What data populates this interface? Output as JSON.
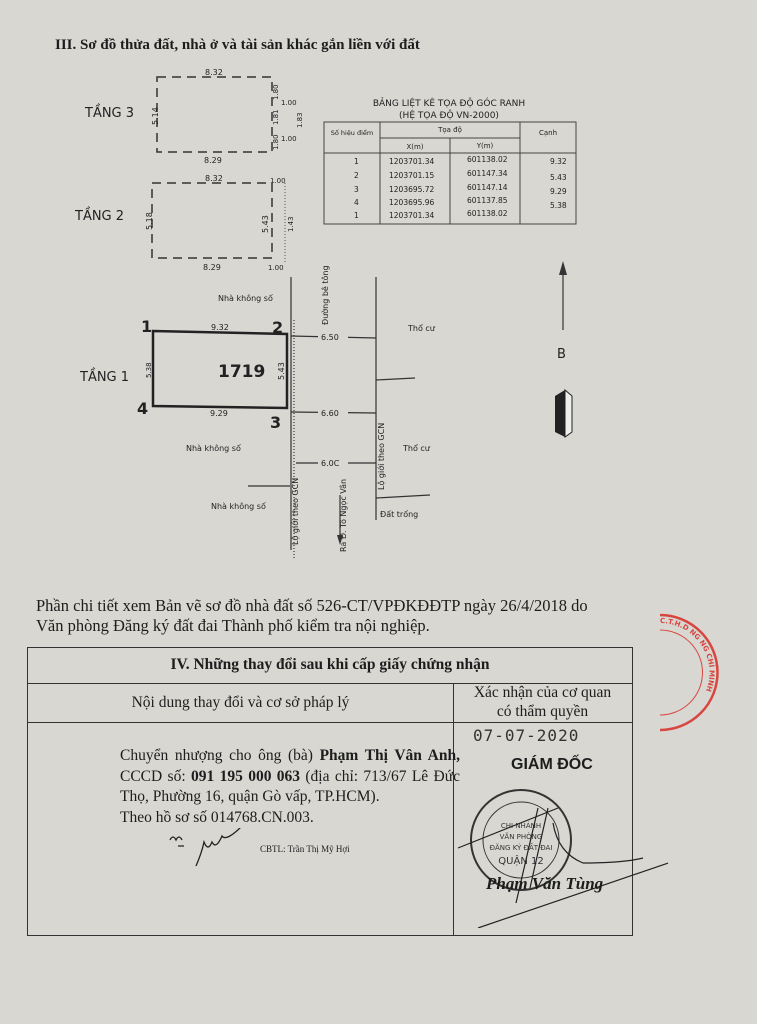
{
  "section3_title": "III. Sơ đồ thửa đất, nhà ở và tài sản khác gắn liền với đất",
  "floors": {
    "tang3": {
      "label": "TẦNG 3",
      "top": "8.32",
      "bottom": "8.29",
      "left": "5.14",
      "right_a": "1.80",
      "right_b": "1.81",
      "right_c": "1.80",
      "off_a": "1.00",
      "off_b": "1.00",
      "dotted": "1.83"
    },
    "tang2": {
      "label": "TẦNG 2",
      "top": "8.32",
      "bottom": "8.29",
      "left": "5.18",
      "right": "5.43",
      "off_top": "1.00",
      "off_bottom": "1.00",
      "dotted": "1.43"
    },
    "tang1": {
      "label": "TẦNG 1",
      "parcel": "1719",
      "top": "9.32",
      "bottom": "9.29",
      "left": "5.38",
      "right": "5.43",
      "points": [
        "1",
        "2",
        "3",
        "4"
      ]
    }
  },
  "site": {
    "neighbor_top": "Nhà không số",
    "neighbor_bottom": "Nhà không số",
    "neighbor_bottom2": "Nhà không số",
    "road": "Đường bê tông",
    "width_1": "6.50",
    "width_2": "6.60",
    "width_3": "6.0C",
    "tho_cu_1": "Thổ cư",
    "tho_cu_2": "Thổ cư",
    "dat_trong": "Đất trống",
    "lo_gioi_left": "Lộ giới theo GCN",
    "lo_gioi_right": "Lộ giới theo GCN",
    "ra_duong": "Ra Đ. Tô Ngọc Vân",
    "north": "B"
  },
  "coord_table": {
    "title": "BẢNG LIỆT KÊ TỌA ĐỘ GÓC RANH",
    "subtitle": "(HỆ TỌA ĐỘ VN-2000)",
    "headers": {
      "point": "Số hiệu điểm",
      "coord": "Tọa độ",
      "x": "X(m)",
      "y": "Y(m)",
      "edge": "Cạnh"
    },
    "rows": [
      {
        "p": "1",
        "x": "1203701.34",
        "y": "601138.02"
      },
      {
        "p": "2",
        "x": "1203701.15",
        "y": "601147.34"
      },
      {
        "p": "3",
        "x": "1203695.72",
        "y": "601147.14"
      },
      {
        "p": "4",
        "x": "1203695.96",
        "y": "601137.85"
      },
      {
        "p": "1",
        "x": "1203701.34",
        "y": "601138.02"
      }
    ],
    "edges": [
      "9.32",
      "5.43",
      "9.29",
      "5.38"
    ]
  },
  "note_line1": "Phần chi tiết xem Bản vẽ sơ đồ nhà đất số 526-CT/VPĐKĐĐTP ngày 26/4/2018 do",
  "note_line2": "Văn phòng Đăng ký đất đai Thành phố kiểm tra nội nghiệp.",
  "section4": {
    "title": "IV. Những thay đổi sau khi cấp giấy chứng nhận",
    "col_left": "Nội dung thay đổi và cơ sở pháp lý",
    "col_right_1": "Xác nhận của cơ quan",
    "col_right_2": "có thẩm quyền",
    "body_1": "Chuyển nhượng cho ông (bà) ",
    "body_name": "Phạm Thị Vân Anh,",
    "body_2": "CCCD số: ",
    "body_id": "091 195 000 063",
    "body_3": " (địa chỉ: 713/67 Lê Đức Thọ, Phường 16, quận Gò vấp, TP.HCM).",
    "body_4": "Theo hồ sơ số 014768.CN.003.",
    "cbtl": "CBTL: Trần Thị Mỹ Hợi",
    "date": "07-07-2020",
    "position": "GIÁM ĐỐC",
    "signer": "Phạm Văn Tùng",
    "stamp_text": "CHI NHÁNH VĂN PHÒNG ĐĂNG KÝ ĐẤT ĐAI QUẬN 12",
    "red_stamp_text": "C.T.H.D NG NG CHÍ MINH"
  }
}
